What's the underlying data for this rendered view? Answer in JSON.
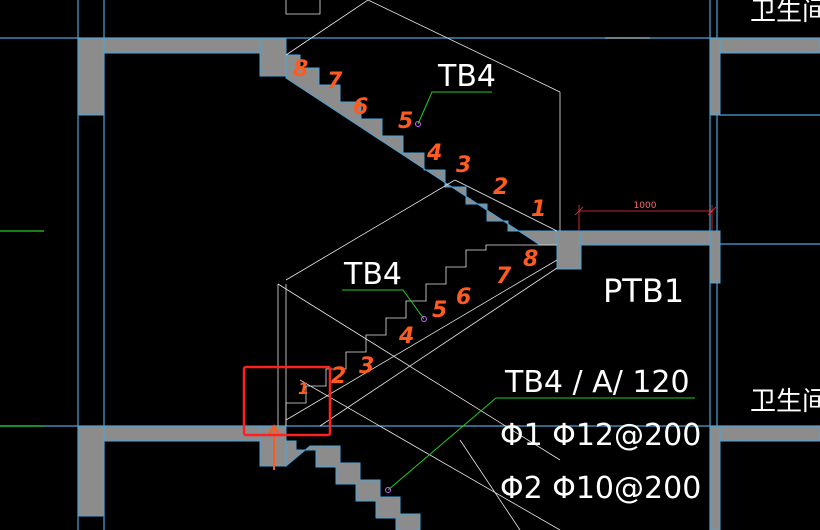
{
  "labels": {
    "tb4_top": "TB4",
    "tb4_mid": "TB4",
    "tb4_spec": "TB4 / A/ 120",
    "ptb1": "PTB1",
    "rebar1": "Φ1  Φ12@200",
    "rebar2": "Φ2  Φ10@200",
    "bathroom_top": "卫生间",
    "bathroom_mid": "卫生间",
    "dimension": "1000"
  },
  "step_numbers": {
    "upper_flight": [
      "8",
      "7",
      "6",
      "5",
      "4",
      "3",
      "2",
      "1"
    ],
    "lower_flight": [
      "1",
      "2",
      "3",
      "4",
      "5",
      "6",
      "7",
      "8"
    ]
  },
  "colors": {
    "background": "#000000",
    "wall_line": "#4aa3d8",
    "slab_fill": "#8c8c8c",
    "leader": "#22cc22",
    "annotation": "#ff5a1f",
    "highlight_box": "#ff2020",
    "dimension": "#ff3333",
    "text": "#ffffff"
  }
}
